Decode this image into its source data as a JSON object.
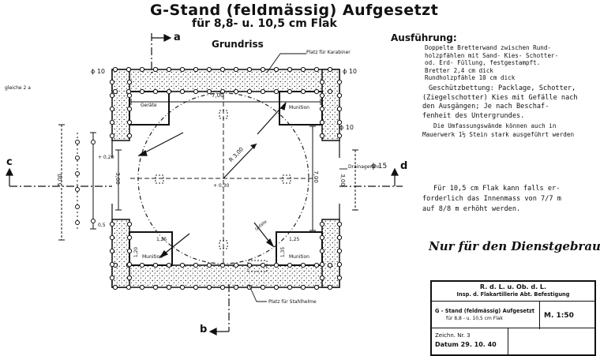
{
  "title": "G-Stand (feldmässig) Aufgesetzt",
  "subtitle": "für 8,8- u. 10,5 cm Flak",
  "plan_label": "Grundriss",
  "side_note": "gleiche 2 a",
  "section_marks": {
    "top": "a",
    "bottom": "b",
    "left": "c",
    "right": "d"
  },
  "plan_labels": {
    "karabiner": "Platz für Karabiner",
    "stahlhelme": "Platz für Stahlhelme",
    "drain": "Drainagerohr",
    "drain_size": "ϕ 15",
    "post_top": "ϕ 10",
    "post_right": "ϕ 10",
    "post_left": "ϕ 10",
    "geraete": "Geräte",
    "munition_tr": "Munition",
    "munition_bl": "Munition",
    "munition_br": "Munition",
    "gefaelle": "Gefälle"
  },
  "dimensions": {
    "top": "7,00",
    "right": "7,00",
    "left_inner": "3,00",
    "left_outer": "5,00",
    "right_inner": "3,00",
    "radius": "R 3,00",
    "bl_w": "1,25",
    "bl_h": "1,20",
    "br_w": "1,25",
    "br_h": "1,35",
    "level_left": "+ 0,20",
    "level_center": "+ 0,30",
    "bottom_left": "0,5"
  },
  "execution": {
    "heading": "Ausführung:",
    "para1": [
      "Doppelte Bretterwand zwischen Rund-",
      "holzpfählen mit Sand- Kies- Schotter-",
      "od. Erd- Füllung, festgestampft.",
      "Bretter 2,4 cm dick",
      "Rundholzpfähle 10 cm dick"
    ],
    "para2": [
      "Geschützbettung: Packlage, Schotter,",
      "(Ziegelschotter) Kies mit Gefälle nach",
      "den Ausgängen; Je nach Beschaf-",
      "fenheit des Untergrundes."
    ],
    "para3": [
      "Die Umfassungswände können auch in",
      "Mauerwerk 1½ Stein stark ausgeführt werden"
    ],
    "para4": [
      "Für 10,5 cm Flak kann falls er-",
      "forderlich das Innenmass von 7/7 m",
      "auf 8/8 m erhöht werden."
    ]
  },
  "stamp": "Nur für den Dienstgebrauch",
  "title_block": {
    "org1": "R. d. L. u. Ob. d. L.",
    "org2": "Insp. d. Flakartillerie Abt. Befestigung",
    "drawing_title": "G - Stand (feldmässig) Aufgesetzt",
    "drawing_sub": "für 8,8 - u. 10,5 cm Flak",
    "scale": "M. 1:50",
    "number": "Zeichn. Nr. 3",
    "date": "Datum 29. 10. 40"
  }
}
